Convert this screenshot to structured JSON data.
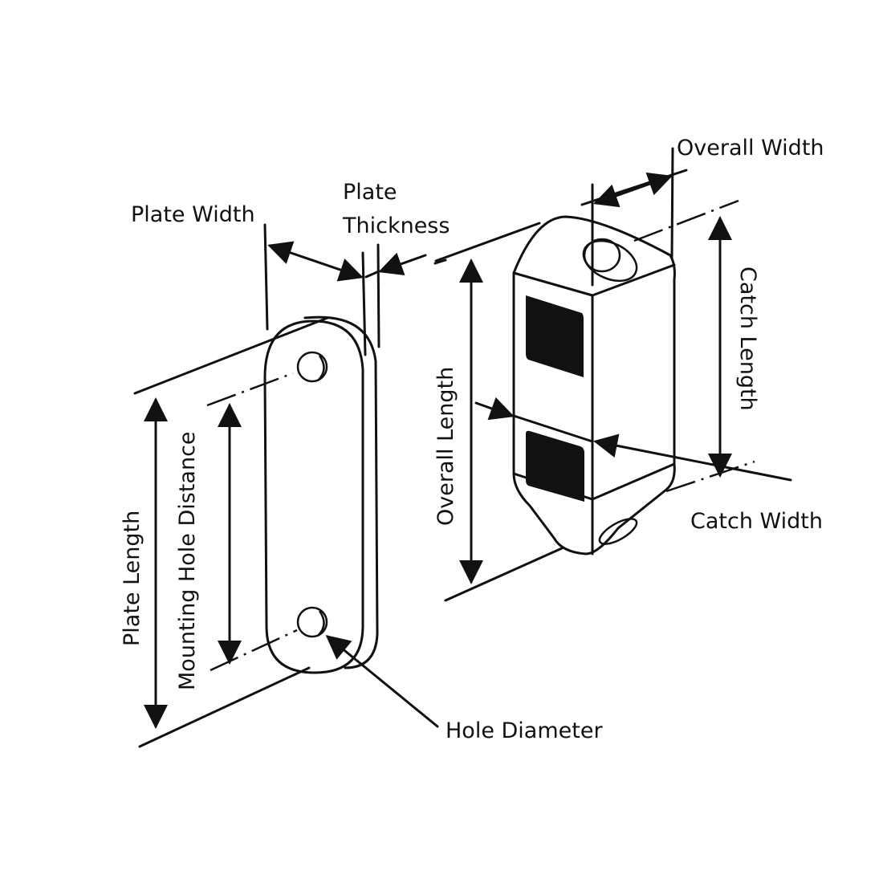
{
  "diagram": {
    "title": "Magnetic catch dimensions",
    "colors": {
      "ink": "#111111",
      "background": "#ffffff"
    },
    "labels": {
      "plate_width": "Plate Width",
      "plate_thickness_line1": "Plate",
      "plate_thickness_line2": "Thickness",
      "plate_length": "Plate Length",
      "mounting_hole_distance": "Mounting Hole Distance",
      "hole_diameter": "Hole Diameter",
      "overall_width": "Overall Width",
      "overall_length": "Overall Length",
      "catch_length": "Catch Length",
      "catch_width": "Catch Width"
    }
  }
}
